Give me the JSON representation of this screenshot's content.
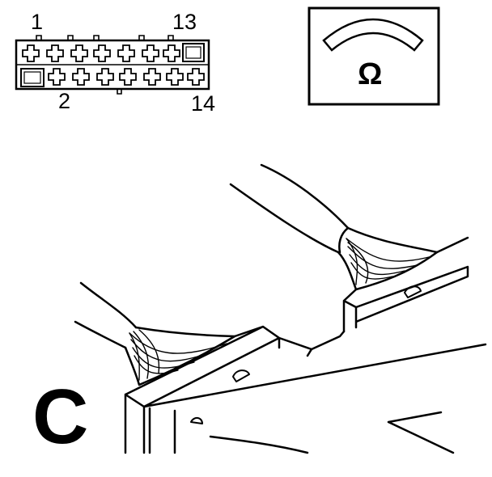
{
  "connector": {
    "pins": {
      "top_left": "1",
      "top_right": "13",
      "bottom_left": "2",
      "bottom_right": "14"
    }
  },
  "meter": {
    "symbol": "Ω"
  },
  "illustration": {
    "label": "C"
  },
  "colors": {
    "ink": "#000000",
    "paper": "#ffffff"
  }
}
